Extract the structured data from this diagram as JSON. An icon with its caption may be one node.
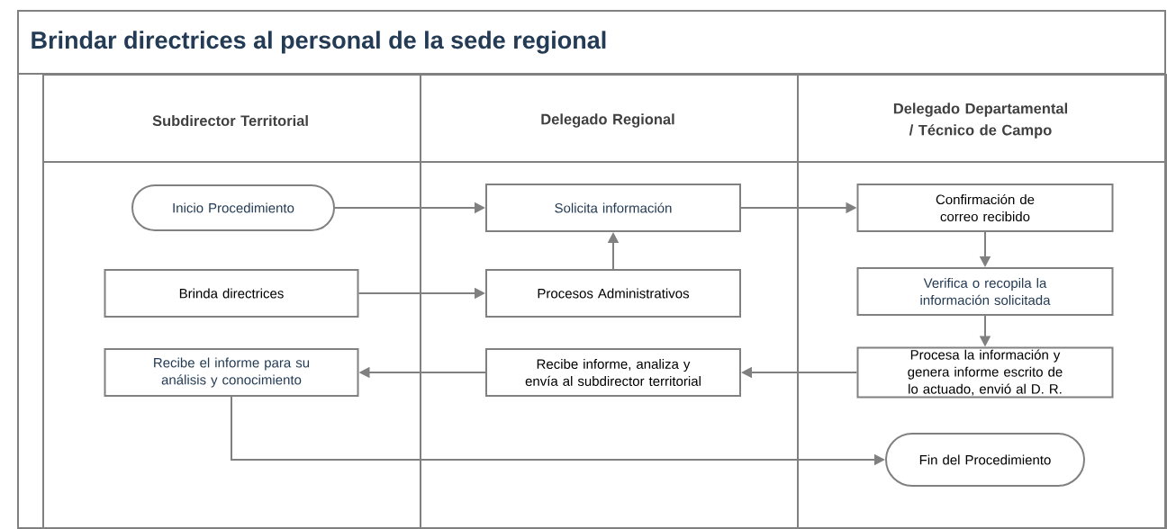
{
  "diagram": {
    "title": "Brindar directrices al personal de la sede regional",
    "nodes": [
      {
        "text": [
          "Subdirector Territorial"
        ]
      },
      {
        "text": [
          "Delegado Regional"
        ]
      },
      {
        "text": [
          "Delegado Departamental / Técnico de Campo"
        ]
      },
      {
        "text": [
          "Inicio Procedimiento"
        ],
        "in": 0
      },
      {
        "text": [
          "Solicita información"
        ],
        "in": 1
      },
      {
        "text": [
          "Confirmación de correo recibido"
        ],
        "in": 2
      },
      {
        "text": [
          "Brinda directrices"
        ],
        "in": 0
      },
      {
        "text": [
          "Procesos Administrativos"
        ],
        "in": 1
      },
      {
        "text": [
          "Verifica o recopila la información solicitada"
        ],
        "in": 2
      },
      {
        "text": [
          "Recibe el informe para su análisis y conocimiento"
        ],
        "in": 0
      },
      {
        "text": [
          "Recibe informe, analiza y envía al subdirector territorial"
        ],
        "in": 1
      },
      {
        "text": [
          "Procesa la información y genera informe escrito de lo actuado, envió al D. R."
        ],
        "in": 2
      },
      {
        "text": [
          "Fin del Procedimiento"
        ],
        "in": 2
      }
    ],
    "edges": [
      {
        "from": 3,
        "to": 4,
        "arrow": "to"
      },
      {
        "from": 4,
        "to": 5,
        "arrow": "to"
      },
      {
        "from": 6,
        "to": 7,
        "arrow": "to"
      },
      {
        "from": 7,
        "to": 4,
        "arrow": "to"
      },
      {
        "from": 5,
        "to": 8,
        "arrow": "to"
      },
      {
        "from": 8,
        "to": 11,
        "arrow": "to"
      },
      {
        "from": 11,
        "to": 10,
        "arrow": "to"
      },
      {
        "from": 10,
        "to": 9,
        "arrow": "to"
      },
      {
        "from": 9,
        "to": 12,
        "arrow": "to"
      }
    ]
  }
}
